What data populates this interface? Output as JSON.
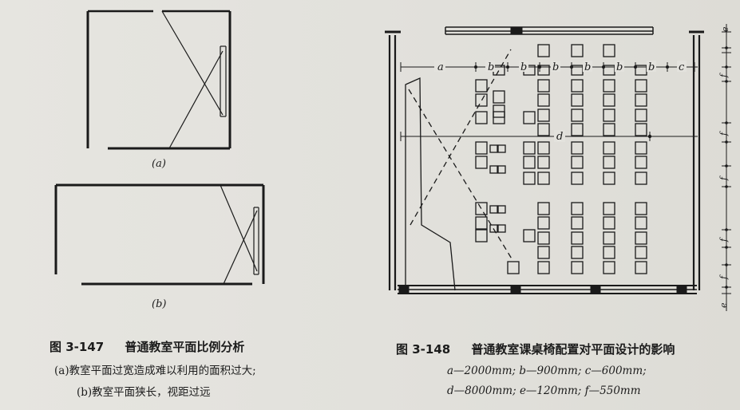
{
  "figure147": {
    "sub_a": "(a)",
    "sub_b": "(b)",
    "number": "图 3-147",
    "title": "普通教室平面比例分析",
    "notes": [
      "(a)教室平面过宽造成难以利用的面积过大;",
      "(b)教室平面狭长，视距过远"
    ]
  },
  "figure148": {
    "number": "图 3-148",
    "title": "普通教室课桌椅配置对平面设计的影响",
    "legend_lines": [
      "a—2000mm; b—900mm; c—600mm;",
      "d—8000mm; e—120mm; f—550mm"
    ],
    "dimension_labels": {
      "a": "a",
      "b": "b",
      "c": "c",
      "d": "d",
      "e": "e",
      "f": "f"
    }
  }
}
